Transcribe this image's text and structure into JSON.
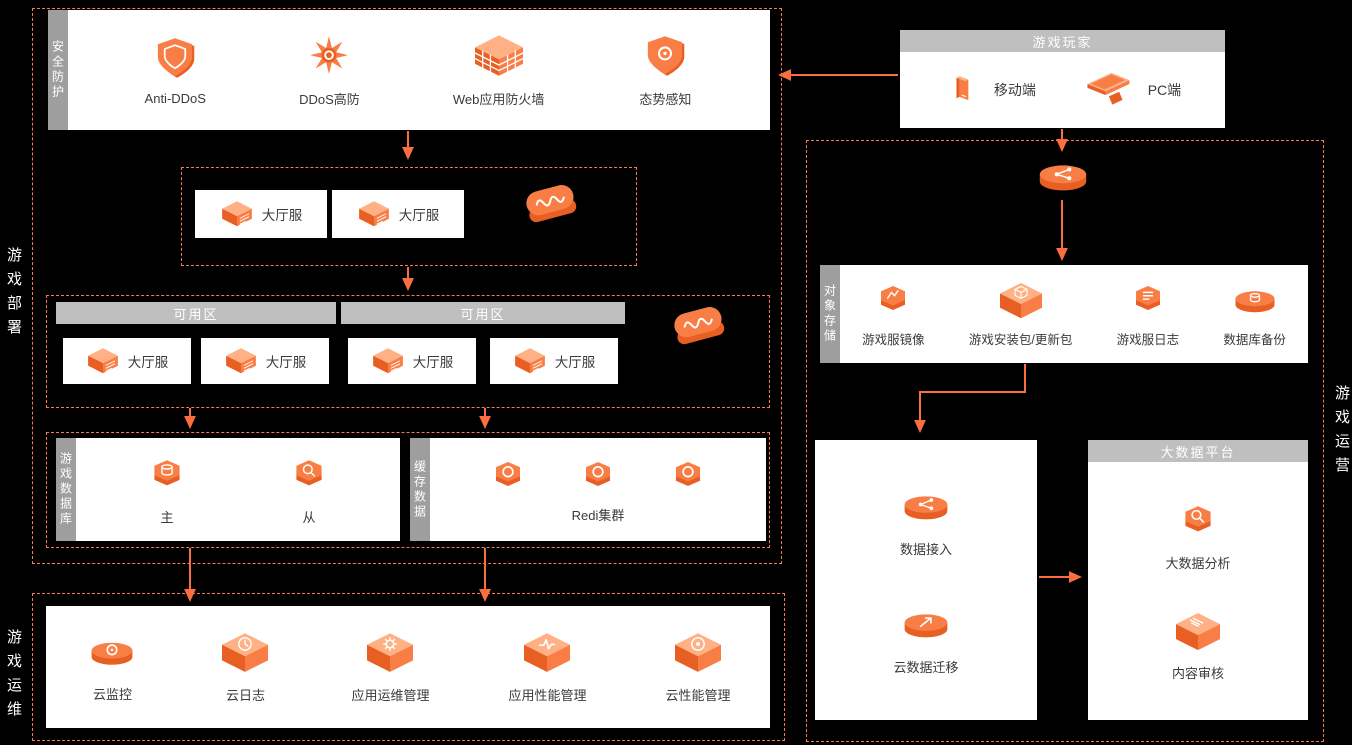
{
  "regions": {
    "deploy": "游戏部署",
    "maintain": "游戏运维",
    "operate": "游戏运营"
  },
  "security": {
    "tab": "安全防护",
    "items": [
      {
        "label": "Anti-DDoS",
        "icon": "anti-ddos"
      },
      {
        "label": "DDoS高防",
        "icon": "ddos-pro"
      },
      {
        "label": "Web应用防火墙",
        "icon": "waf"
      },
      {
        "label": "态势感知",
        "icon": "situational"
      }
    ]
  },
  "lobby": {
    "servers": [
      {
        "label": "大厅服",
        "icon": "lobby"
      },
      {
        "label": "大厅服",
        "icon": "lobby"
      }
    ]
  },
  "zones": [
    {
      "title": "可用区",
      "servers": [
        {
          "label": "大厅服",
          "icon": "lobby"
        },
        {
          "label": "大厅服",
          "icon": "lobby"
        }
      ]
    },
    {
      "title": "可用区",
      "servers": [
        {
          "label": "大厅服",
          "icon": "lobby"
        },
        {
          "label": "大厅服",
          "icon": "lobby"
        }
      ]
    }
  ],
  "load_balancer": {
    "icon": "slb"
  },
  "database": {
    "tab": "游戏数据库",
    "items": [
      {
        "label": "主",
        "icon": "db-primary"
      },
      {
        "label": "从",
        "icon": "db-secondary"
      }
    ]
  },
  "cache": {
    "tab": "缓存数据",
    "icon": "redis",
    "cluster_label": "Redi集群"
  },
  "maintenance": {
    "items": [
      {
        "label": "云监控",
        "icon": "monitor"
      },
      {
        "label": "云日志",
        "icon": "log"
      },
      {
        "label": "应用运维管理",
        "icon": "gear"
      },
      {
        "label": "应用性能管理",
        "icon": "perf"
      },
      {
        "label": "云性能管理",
        "icon": "target"
      }
    ]
  },
  "players": {
    "title": "游戏玩家",
    "items": [
      {
        "label": "移动端",
        "icon": "mobile"
      },
      {
        "label": "PC端",
        "icon": "pc"
      }
    ]
  },
  "cdn": {
    "icon": "cdn"
  },
  "storage": {
    "tab": "对象存储",
    "items": [
      {
        "label": "游戏服镜像",
        "icon": "image"
      },
      {
        "label": "游戏安装包/更新包",
        "icon": "package"
      },
      {
        "label": "游戏服日志",
        "icon": "oss-log"
      },
      {
        "label": "数据库备份",
        "icon": "backup"
      }
    ]
  },
  "pipeline": {
    "items": [
      {
        "label": "数据接入",
        "icon": "access"
      },
      {
        "label": "云数据迁移",
        "icon": "migrate"
      }
    ]
  },
  "bigdata": {
    "title": "大数据平台",
    "items": [
      {
        "label": "大数据分析",
        "icon": "analysis"
      },
      {
        "label": "内容审核",
        "icon": "review"
      }
    ]
  },
  "colors": {
    "accent": "#FB6E40",
    "background": "#000000",
    "panel": "#FFFFFF",
    "header_gray": "#BFBFBF",
    "tab_gray": "#9E9E9E",
    "icon_orange": "#F97E45"
  }
}
